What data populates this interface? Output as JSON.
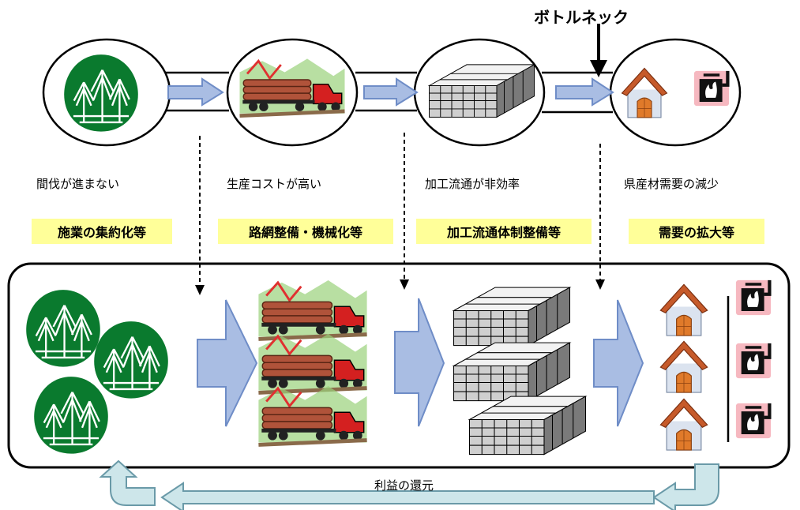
{
  "bottleneck_label": "ボトルネック",
  "issues": [
    "間伐が進まない",
    "生産コストが高い",
    "加工流通が非効率",
    "県産材需要の減少"
  ],
  "measures": [
    "施業の集約化等",
    "路網整備・機械化等",
    "加工流通体制整備等",
    "需要の拡大等"
  ],
  "feedback_label": "利益の還元",
  "colors": {
    "forest": "#0a7a2e",
    "arrow_fill": "#a9bde3",
    "arrow_stroke": "#6f8dc7",
    "feedback_fill": "#cde6ea",
    "label_bg": "#ffff99"
  }
}
